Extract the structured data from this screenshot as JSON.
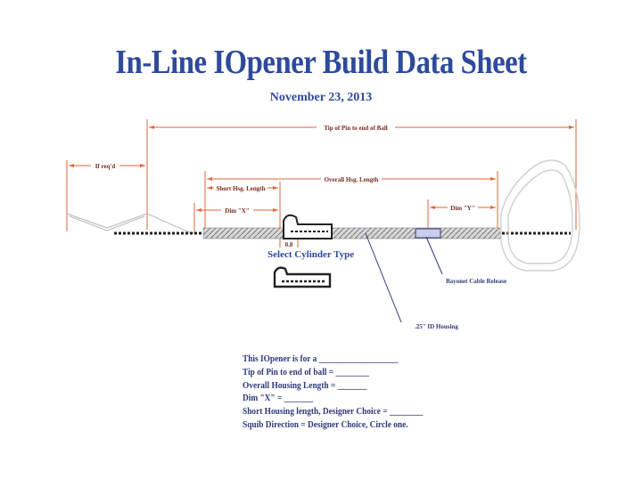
{
  "header": {
    "title": "In-Line IOpener Build Data Sheet",
    "date": "November 23, 2013"
  },
  "diagram": {
    "labels": {
      "tip_to_ball": "Tip of Pin to end of Ball",
      "if_reqd": "If req'd",
      "overall_hsg": "Overall Hsg. Length",
      "short_hsg": "Short Hsg. Length",
      "dim_x": "Dim \"X\"",
      "dim_y": "Dim \"Y\"",
      "offset": "0.8",
      "select_cylinder": "Select Cylinder Type",
      "bayonet": "Bayonet Cable Release",
      "id_housing": ".25\" ID Housing"
    },
    "colors": {
      "dimension": "#e0663a",
      "accent": "#2e4a9c",
      "text_dark": "#2e3a7a"
    }
  },
  "form": {
    "lines": [
      "This IOpener is for a ___________________",
      "Tip of Pin to end of ball = ________",
      "Overall Housing Length = _______",
      "Dim \"X\" = _______",
      "Short Housing length, Designer Choice = ________",
      "Squib Direction = Designer Choice, Circle one."
    ]
  }
}
